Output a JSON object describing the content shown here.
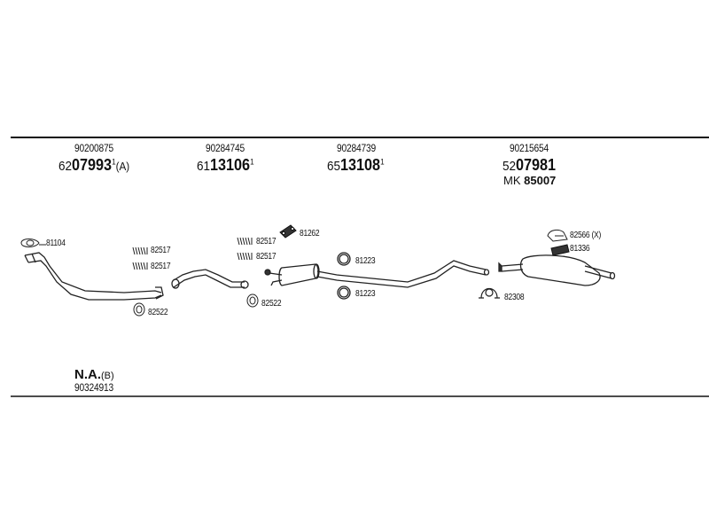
{
  "columns": [
    {
      "ref": "90200875",
      "prefix": "62",
      "number": "07993",
      "sup": "1",
      "suffix": "(A)"
    },
    {
      "ref": "90284745",
      "prefix": "61",
      "number": "13106",
      "sup": "1",
      "suffix": ""
    },
    {
      "ref": "90284739",
      "prefix": "65",
      "number": "13108",
      "sup": "1",
      "suffix": ""
    },
    {
      "ref": "90215654",
      "prefix": "52",
      "number": "07981",
      "sup": "",
      "suffix": ""
    }
  ],
  "kit": {
    "label": "MK",
    "number": "85007"
  },
  "callouts": {
    "c81104": "81104",
    "c82517a": "82517",
    "c82517b": "82517",
    "c82522a": "82522",
    "c82517c": "82517",
    "c82517d": "82517",
    "c82522b": "82522",
    "c81262": "81262",
    "c81223a": "81223",
    "c81223b": "81223",
    "c82566": "82566 (X)",
    "c81336": "81336",
    "c82308": "82308"
  },
  "footnote": {
    "label": "N.A.",
    "suffix": "(B)",
    "ref": "90324913"
  }
}
